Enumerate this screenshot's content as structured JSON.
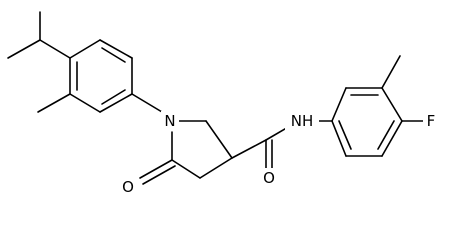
{
  "molecule": {
    "atoms": {
      "nitrogen_ring": "N",
      "nitrogen_amide": "NH",
      "oxygen_lactam": "O",
      "oxygen_amide": "O",
      "fluorine": "F"
    },
    "colors": {
      "bond": "#000000",
      "label": "#000000",
      "background": "#ffffff"
    }
  }
}
